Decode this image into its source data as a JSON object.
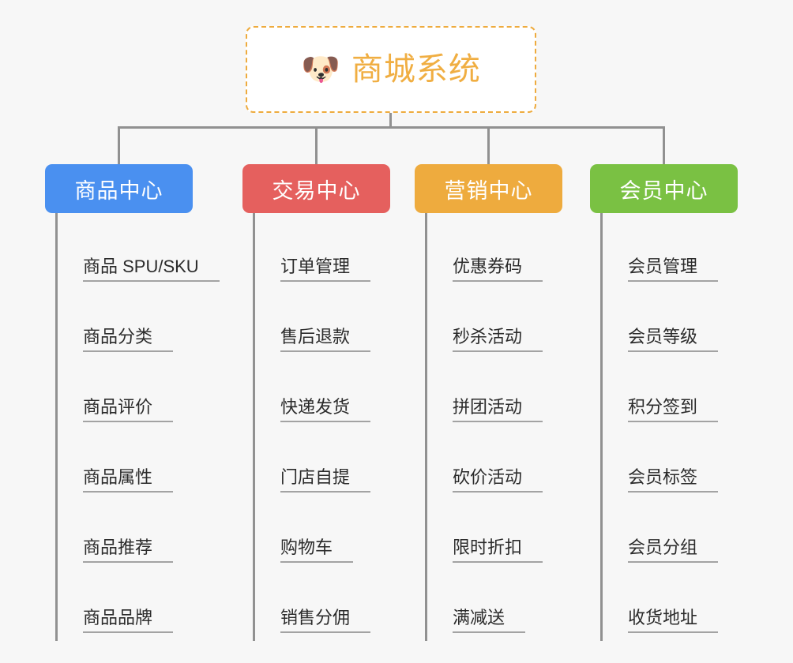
{
  "root": {
    "icon": "dog-face-emoji",
    "icon_glyph": "🐶",
    "title": "商城系统",
    "title_color": "#f0ae42",
    "border_color": "#eeab3e"
  },
  "colors": {
    "background": "#f7f7f7",
    "connector": "#919191",
    "leaf_text": "#2b2b2b",
    "leaf_rule": "#a3a3a3"
  },
  "columns": [
    {
      "header": "商品中心",
      "color": "#4a90f0",
      "items": [
        "商品 SPU/SKU",
        "商品分类",
        "商品评价",
        "商品属性",
        "商品推荐",
        "商品品牌"
      ]
    },
    {
      "header": "交易中心",
      "color": "#e5605e",
      "items": [
        "订单管理",
        "售后退款",
        "快递发货",
        "门店自提",
        "购物车",
        "销售分佣"
      ]
    },
    {
      "header": "营销中心",
      "color": "#eeab3e",
      "items": [
        "优惠券码",
        "秒杀活动",
        "拼团活动",
        "砍价活动",
        "限时折扣",
        "满减送"
      ]
    },
    {
      "header": "会员中心",
      "color": "#7ac143",
      "items": [
        "会员管理",
        "会员等级",
        "积分签到",
        "会员标签",
        "会员分组",
        "收货地址"
      ]
    }
  ]
}
